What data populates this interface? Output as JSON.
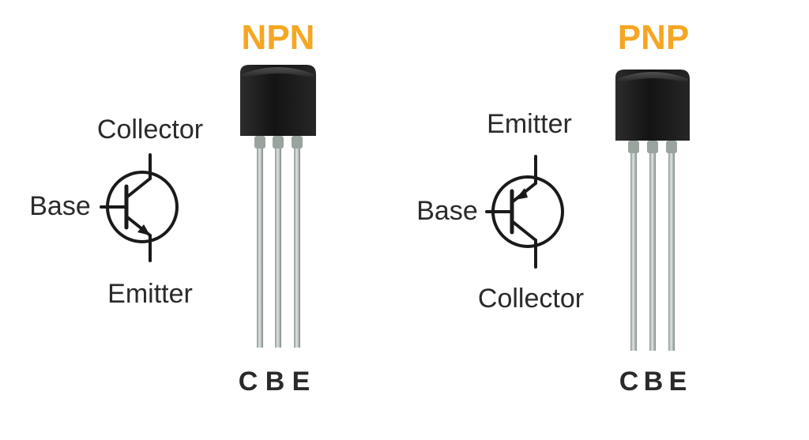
{
  "panels": [
    {
      "title": "NPN",
      "symbol_labels": {
        "top": "Collector",
        "base": "Base",
        "bottom": "Emitter"
      },
      "pin_labels": [
        "C",
        "B",
        "E"
      ]
    },
    {
      "title": "PNP",
      "symbol_labels": {
        "top": "Emitter",
        "base": "Base",
        "bottom": "Collector"
      },
      "pin_labels": [
        "C",
        "B",
        "E"
      ]
    }
  ],
  "colors": {
    "title": "#F5A623",
    "text": "#2a2a2a",
    "symbol": "#1a1a1a",
    "body_dark": "#141414",
    "body_light": "#3a3a3a",
    "lead_light": "#d4dbd6",
    "lead_dark": "#8e9892"
  }
}
